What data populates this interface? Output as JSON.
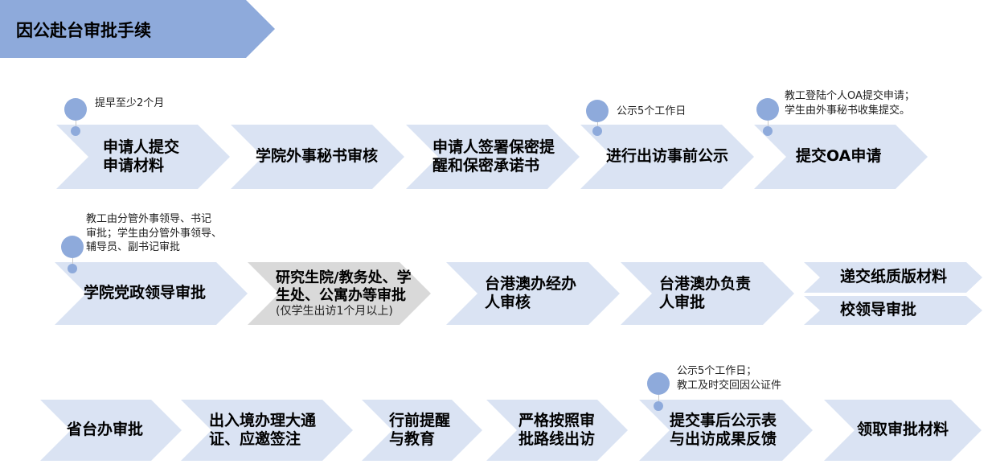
{
  "title": "因公赴台审批手续",
  "colors": {
    "banner": "#8eaadb",
    "chevron": "#dae3f3",
    "chevron_gray": "#d9d9d9",
    "bullet": "#8eaadb"
  },
  "rows": [
    {
      "steps": [
        {
          "lines": [
            "申请人提交",
            "申请材料"
          ],
          "note": [
            "提早至少2个月"
          ]
        },
        {
          "lines": [
            "学院外事秘书审核"
          ]
        },
        {
          "lines": [
            "申请人签署保密提",
            "醒和保密承诺书"
          ]
        },
        {
          "lines": [
            "进行出访事前公示"
          ],
          "note": [
            "公示5个工作日"
          ]
        },
        {
          "lines": [
            "提交OA申请"
          ],
          "note": [
            "教工登陆个人OA提交申请；",
            "学生由外事秘书收集提交。"
          ]
        }
      ]
    },
    {
      "steps": [
        {
          "lines": [
            "学院党政领导审批"
          ],
          "note": [
            "教工由分管外事领导、书记",
            "审批；学生由分管外事领导、",
            "辅导员、副书记审批"
          ]
        },
        {
          "lines": [
            "研究生院/教务处、学",
            "生处、公寓办等审批"
          ],
          "sub": "(仅学生出访1个月以上)",
          "variant": "gray"
        },
        {
          "lines": [
            "台港澳办经办",
            "人审核"
          ]
        },
        {
          "lines": [
            "台港澳办负责",
            "人审批"
          ]
        },
        {
          "lines": [
            "递交纸质版材料"
          ]
        },
        {
          "lines": [
            "校领导审批"
          ]
        }
      ]
    },
    {
      "steps": [
        {
          "lines": [
            "省台办审批"
          ]
        },
        {
          "lines": [
            "出入境办理大通",
            "证、应邀签注"
          ]
        },
        {
          "lines": [
            "行前提醒",
            "与教育"
          ]
        },
        {
          "lines": [
            "严格按照审",
            "批路线出访"
          ]
        },
        {
          "lines": [
            "提交事后公示表",
            "与出访成果反馈"
          ],
          "note": [
            "公示5个工作日；",
            "教工及时交回因公证件"
          ]
        },
        {
          "lines": [
            "领取审批材料"
          ]
        }
      ]
    }
  ]
}
